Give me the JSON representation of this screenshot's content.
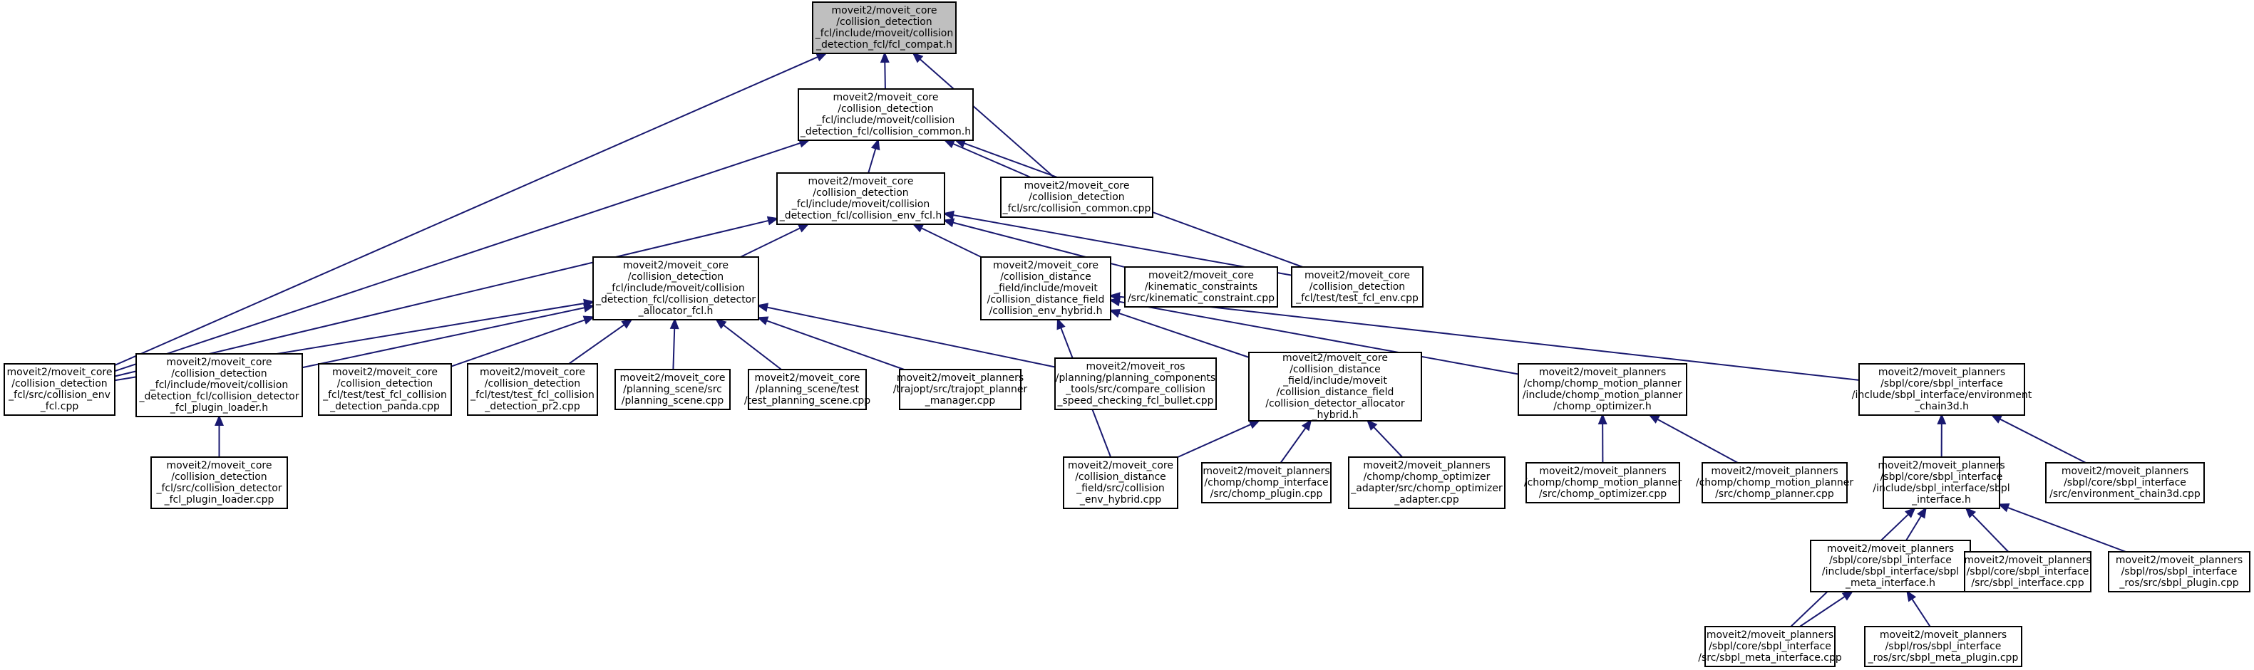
{
  "graph": {
    "type": "include-dependency-graph",
    "edge_color": "#191970",
    "root_fill": "#bfbfbf",
    "node_fill": "#ffffff",
    "nodes": [
      {
        "id": "n1",
        "lines": [
          "moveit2/moveit_core",
          "/collision_detection",
          "_fcl/include/moveit/collision",
          "_detection_fcl/fcl_compat.h"
        ],
        "root": true
      },
      {
        "id": "n2",
        "lines": [
          "moveit2/moveit_core",
          "/collision_detection",
          "_fcl/include/moveit/collision",
          "_detection_fcl/collision_common.h"
        ]
      },
      {
        "id": "n3",
        "lines": [
          "moveit2/moveit_core",
          "/collision_detection",
          "_fcl/src/collision_env",
          "_fcl.cpp"
        ]
      },
      {
        "id": "n4",
        "lines": [
          "moveit2/moveit_core",
          "/collision_detection",
          "_fcl/src/collision_common.cpp"
        ]
      },
      {
        "id": "n5",
        "lines": [
          "moveit2/moveit_core",
          "/collision_detection",
          "_fcl/include/moveit/collision",
          "_detection_fcl/collision_env_fcl.h"
        ]
      },
      {
        "id": "n6",
        "lines": [
          "moveit2/moveit_core",
          "/collision_detection",
          "_fcl/test/test_fcl_env.cpp"
        ]
      },
      {
        "id": "n7",
        "lines": [
          "moveit2/moveit_core",
          "/collision_detection",
          "_fcl/include/moveit/collision",
          "_detection_fcl/collision_detector",
          "_allocator_fcl.h"
        ]
      },
      {
        "id": "n8",
        "lines": [
          "moveit2/moveit_core",
          "/collision_distance",
          "_field/include/moveit",
          "/collision_distance_field",
          "/collision_env_hybrid.h"
        ]
      },
      {
        "id": "n9",
        "lines": [
          "moveit2/moveit_core",
          "/kinematic_constraints",
          "/src/kinematic_constraint.cpp"
        ]
      },
      {
        "id": "n10",
        "lines": [
          "moveit2/moveit_core",
          "/collision_detection",
          "_fcl/include/moveit/collision",
          "_detection_fcl/collision_detector",
          "_fcl_plugin_loader.h"
        ]
      },
      {
        "id": "n11",
        "lines": [
          "moveit2/moveit_core",
          "/collision_detection",
          "_fcl/test/test_fcl_collision",
          "_detection_panda.cpp"
        ]
      },
      {
        "id": "n12",
        "lines": [
          "moveit2/moveit_core",
          "/collision_detection",
          "_fcl/test/test_fcl_collision",
          "_detection_pr2.cpp"
        ]
      },
      {
        "id": "n13",
        "lines": [
          "moveit2/moveit_core",
          "/planning_scene/src",
          "/planning_scene.cpp"
        ]
      },
      {
        "id": "n14",
        "lines": [
          "moveit2/moveit_core",
          "/planning_scene/test",
          "/test_planning_scene.cpp"
        ]
      },
      {
        "id": "n15",
        "lines": [
          "moveit2/moveit_planners",
          "/trajopt/src/trajopt_planner",
          "_manager.cpp"
        ]
      },
      {
        "id": "n16",
        "lines": [
          "moveit2/moveit_ros",
          "/planning/planning_components",
          "_tools/src/compare_collision",
          "_speed_checking_fcl_bullet.cpp"
        ]
      },
      {
        "id": "n17",
        "lines": [
          "moveit2/moveit_core",
          "/collision_distance",
          "_field/include/moveit",
          "/collision_distance_field",
          "/collision_detector_allocator",
          "_hybrid.h"
        ]
      },
      {
        "id": "n18",
        "lines": [
          "moveit2/moveit_planners",
          "/chomp/chomp_motion_planner",
          "/include/chomp_motion_planner",
          "/chomp_optimizer.h"
        ]
      },
      {
        "id": "n19",
        "lines": [
          "moveit2/moveit_planners",
          "/sbpl/core/sbpl_interface",
          "/include/sbpl_interface/environment",
          "_chain3d.h"
        ]
      },
      {
        "id": "n20",
        "lines": [
          "moveit2/moveit_core",
          "/collision_detection",
          "_fcl/src/collision_detector",
          "_fcl_plugin_loader.cpp"
        ]
      },
      {
        "id": "n21",
        "lines": [
          "moveit2/moveit_core",
          "/collision_distance",
          "_field/src/collision",
          "_env_hybrid.cpp"
        ]
      },
      {
        "id": "n22",
        "lines": [
          "moveit2/moveit_planners",
          "/chomp/chomp_interface",
          "/src/chomp_plugin.cpp"
        ]
      },
      {
        "id": "n23",
        "lines": [
          "moveit2/moveit_planners",
          "/chomp/chomp_optimizer",
          "_adapter/src/chomp_optimizer",
          "_adapter.cpp"
        ]
      },
      {
        "id": "n24",
        "lines": [
          "moveit2/moveit_planners",
          "/chomp/chomp_motion_planner",
          "/src/chomp_optimizer.cpp"
        ]
      },
      {
        "id": "n25",
        "lines": [
          "moveit2/moveit_planners",
          "/chomp/chomp_motion_planner",
          "/src/chomp_planner.cpp"
        ]
      },
      {
        "id": "n26",
        "lines": [
          "moveit2/moveit_planners",
          "/sbpl/core/sbpl_interface",
          "/include/sbpl_interface/sbpl",
          "_interface.h"
        ]
      },
      {
        "id": "n27",
        "lines": [
          "moveit2/moveit_planners",
          "/sbpl/core/sbpl_interface",
          "/src/environment_chain3d.cpp"
        ]
      },
      {
        "id": "n28",
        "lines": [
          "moveit2/moveit_planners",
          "/sbpl/core/sbpl_interface",
          "/include/sbpl_interface/sbpl",
          "_meta_interface.h"
        ]
      },
      {
        "id": "n29",
        "lines": [
          "moveit2/moveit_planners",
          "/sbpl/core/sbpl_interface",
          "/src/sbpl_interface.cpp"
        ]
      },
      {
        "id": "n30",
        "lines": [
          "moveit2/moveit_planners",
          "/sbpl/ros/sbpl_interface",
          "_ros/src/sbpl_plugin.cpp"
        ]
      },
      {
        "id": "n31",
        "lines": [
          "moveit2/moveit_planners",
          "/sbpl/core/sbpl_interface",
          "/src/sbpl_meta_interface.cpp"
        ]
      },
      {
        "id": "n32",
        "lines": [
          "moveit2/moveit_planners",
          "/sbpl/ros/sbpl_interface",
          "_ros/src/sbpl_meta_plugin.cpp"
        ]
      }
    ],
    "edges": [
      {
        "from": "n2",
        "to": "n1"
      },
      {
        "from": "n3",
        "to": "n1"
      },
      {
        "from": "n4",
        "to": "n1"
      },
      {
        "from": "n3",
        "to": "n2"
      },
      {
        "from": "n4",
        "to": "n2"
      },
      {
        "from": "n5",
        "to": "n2"
      },
      {
        "from": "n6",
        "to": "n2"
      },
      {
        "from": "n3",
        "to": "n5"
      },
      {
        "from": "n6",
        "to": "n5"
      },
      {
        "from": "n7",
        "to": "n5"
      },
      {
        "from": "n8",
        "to": "n5"
      },
      {
        "from": "n9",
        "to": "n5"
      },
      {
        "from": "n3",
        "to": "n7"
      },
      {
        "from": "n10",
        "to": "n7"
      },
      {
        "from": "n11",
        "to": "n7"
      },
      {
        "from": "n12",
        "to": "n7"
      },
      {
        "from": "n13",
        "to": "n7"
      },
      {
        "from": "n14",
        "to": "n7"
      },
      {
        "from": "n15",
        "to": "n7"
      },
      {
        "from": "n16",
        "to": "n7"
      },
      {
        "from": "n20",
        "to": "n10"
      },
      {
        "from": "n17",
        "to": "n8"
      },
      {
        "from": "n18",
        "to": "n8"
      },
      {
        "from": "n19",
        "to": "n8"
      },
      {
        "from": "n21",
        "to": "n8"
      },
      {
        "from": "n21",
        "to": "n17"
      },
      {
        "from": "n22",
        "to": "n17"
      },
      {
        "from": "n23",
        "to": "n17"
      },
      {
        "from": "n24",
        "to": "n18"
      },
      {
        "from": "n25",
        "to": "n18"
      },
      {
        "from": "n26",
        "to": "n19"
      },
      {
        "from": "n27",
        "to": "n19"
      },
      {
        "from": "n28",
        "to": "n26"
      },
      {
        "from": "n29",
        "to": "n26"
      },
      {
        "from": "n30",
        "to": "n26"
      },
      {
        "from": "n31",
        "to": "n26"
      },
      {
        "from": "n31",
        "to": "n28"
      },
      {
        "from": "n32",
        "to": "n28"
      }
    ]
  }
}
